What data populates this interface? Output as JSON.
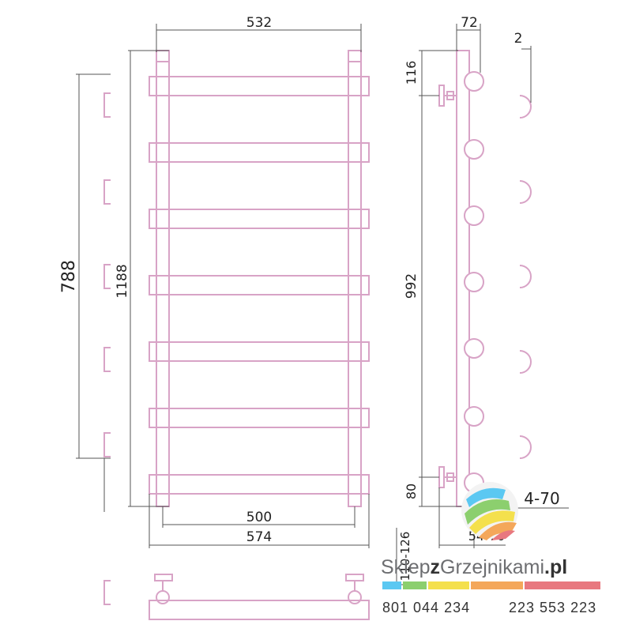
{
  "drawing": {
    "front_view": {
      "width_top": "532",
      "width_bottom_inner": "500",
      "width_bottom_outer": "574",
      "height_total": "1188",
      "height_outer": "788"
    },
    "side_view": {
      "depth": "72",
      "top_offset": "116",
      "mount_span": "992",
      "bottom_offset": "80",
      "wall_distance": "54-70",
      "pipe_spacing": "4-70",
      "edge_fragment": "2"
    },
    "bottom_view": {
      "connection_range": "110-126"
    },
    "line_color": "#d8a3c6",
    "dim_color": "#555555"
  },
  "brand": {
    "name_prefix": "Sklep",
    "name_highlight": "z",
    "name_main": "Grzejnikami",
    "name_domain": ".pl",
    "name_color": "#6d6e71",
    "phone_1": "801 044 234",
    "phone_2": "223 553 223",
    "stripe_colors": [
      "#5bc8f2",
      "#8ccf6e",
      "#f4e04d",
      "#f4a75a",
      "#e8787f"
    ]
  }
}
